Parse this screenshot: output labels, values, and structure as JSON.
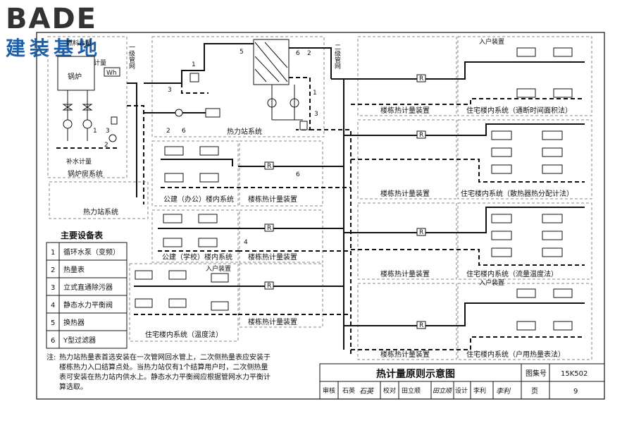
{
  "watermark": {
    "brand": "BADE",
    "sub": "建装基地"
  },
  "diagram": {
    "labels": {
      "boiler": "锅炉",
      "wh": "Wh",
      "fuel_meter": "燃料计量",
      "elec_meter": "电计量",
      "makeup_water": "补水计量",
      "boiler_room": "锅炉房系统",
      "primary_net": "一级管网",
      "secondary_net": "二级管网",
      "heat_station_system": "热力站系统",
      "heat_station_system_2": "热力站系统",
      "bldg_meter": "楼栋热计量装置",
      "public_office": "公建（办公）楼内系统",
      "public_school": "公建（学校）楼内系统",
      "res_temp": "住宅楼内系统（温度法）",
      "res_onoff": "住宅楼内系统（通断时间面积法）",
      "res_radiator": "住宅楼内系统（散热器热分配计法）",
      "res_flowtemp": "住宅楼内系统（流量温度法）",
      "res_household": "住宅楼内系统（户用热量表法）",
      "entry_device": "入户装置",
      "R": "R"
    },
    "numbers": [
      "1",
      "2",
      "3",
      "4",
      "5",
      "6"
    ]
  },
  "equipment_table": {
    "title": "主要设备表",
    "rows": [
      {
        "no": "1",
        "name": "循环水泵（变频）"
      },
      {
        "no": "2",
        "name": "热量表"
      },
      {
        "no": "3",
        "name": "立式直通除污器"
      },
      {
        "no": "4",
        "name": "静态水力平衡阀"
      },
      {
        "no": "5",
        "name": "换热器"
      },
      {
        "no": "6",
        "name": "Y型过滤器"
      }
    ]
  },
  "note": {
    "prefix": "注:",
    "lines": [
      "热力站热量表首选安装在一次管网回水管上，二次侧热量表应安装于",
      "楼栋热力入口结算点处。当热力站仅有1个结算用户时，二次侧热量",
      "表可安装在热力站内供水上。静态水力平衡阀应根据管网水力平衡计",
      "算选取。"
    ]
  },
  "title_block": {
    "title": "热计量原则示意图",
    "atlas_label": "图集号",
    "atlas_no": "15K502",
    "review_label": "审核",
    "reviewer": "石英",
    "reviewer_sig": "石英",
    "check_label": "校对",
    "checker": "田立顺",
    "checker_sig": "田立顺",
    "design_label": "设计",
    "designer": "李利",
    "designer_sig": "李利",
    "page_label": "页",
    "page_no": "9"
  }
}
